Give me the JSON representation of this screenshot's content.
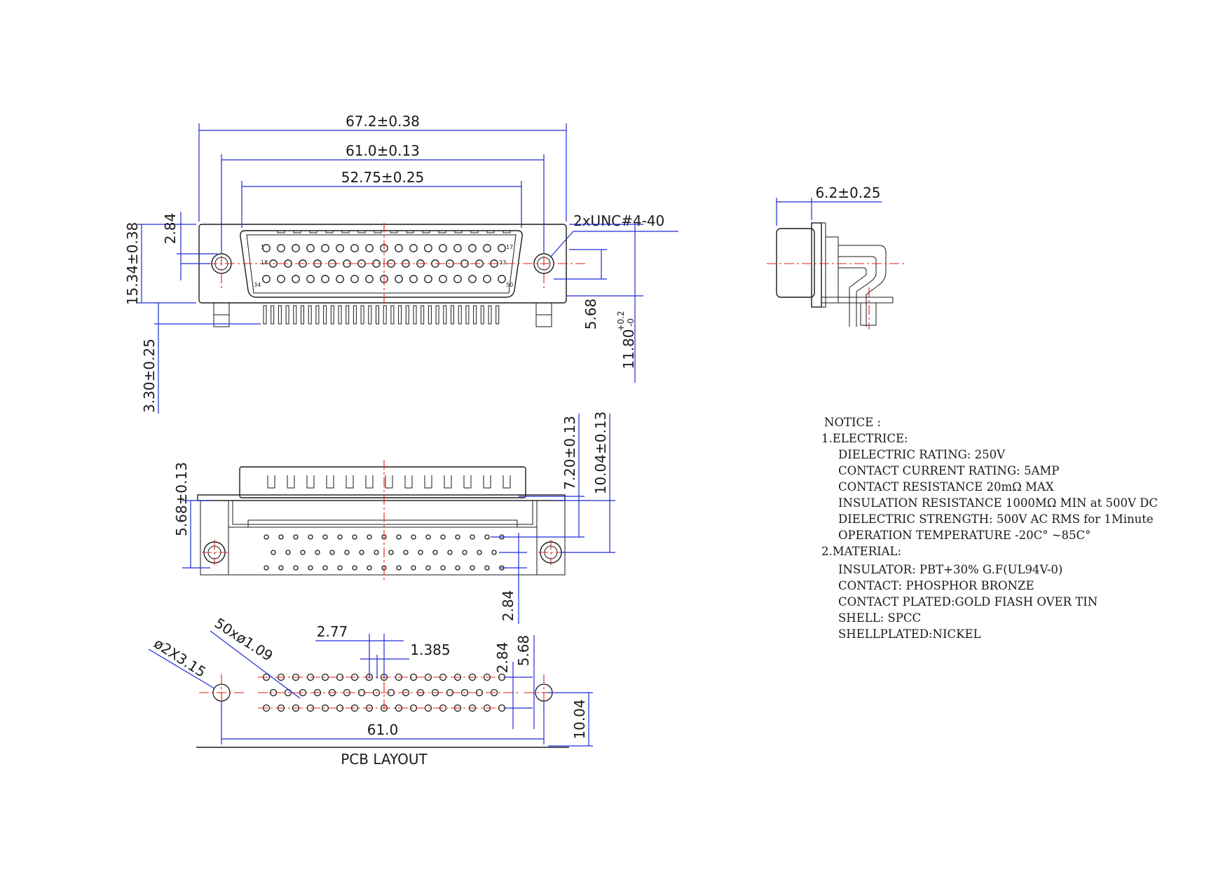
{
  "front_view": {
    "overall_width": "67.2±0.38",
    "mount_spacing": "61.0±0.13",
    "shell_width": "52.75±0.25",
    "thread": "2xUNC#4-40",
    "height": "15.34±0.38",
    "offset": "2.84",
    "pin_offset": "5.68",
    "total_height": "11.80",
    "tol_upper": "+0.2",
    "tol_lower": "-0",
    "tail_length": "3.30±0.25",
    "pin_labels": [
      "1",
      "17",
      "18",
      "33",
      "34",
      "50"
    ]
  },
  "side_view": {
    "depth": "6.2±0.25"
  },
  "bottom_view": {
    "height_a": "5.68±0.13",
    "height_b": "7.20±0.13",
    "height_c": "10.04±0.13",
    "row_pitch": "2.84"
  },
  "pcb_layout": {
    "title": "PCB LAYOUT",
    "mount_holes": "ø2X3.15",
    "pin_holes": "50xø1.09",
    "pitch": "2.77",
    "half_pitch": "1.385",
    "row_a": "2.84",
    "row_b": "5.68",
    "spacing": "61.0",
    "depth": "10.04"
  },
  "notice": {
    "heading": "NOTICE :",
    "electric_heading": "1.ELECTRICE:",
    "electric_items": [
      "DIELECTRIC RATING: 250V",
      "CONTACT CURRENT RATING: 5AMP",
      "CONTACT RESISTANCE  20mΩ MAX",
      "INSULATION RESISTANCE  1000MΩ MIN at 500V DC",
      "DIELECTRIC STRENGTH: 500V AC RMS for 1Minute",
      "OPERATION TEMPERATURE  -20C° ~85C°"
    ],
    "material_heading": "2.MATERIAL:",
    "material_items": [
      "INSULATOR: PBT+30% G.F(UL94V-0)",
      "CONTACT: PHOSPHOR BRONZE",
      "CONTACT PLATED:GOLD FIASH OVER TIN",
      "SHELL: SPCC",
      "SHELLPLATED:NICKEL"
    ]
  },
  "colors": {
    "dimension": "#1f2bd6",
    "centerline": "#e0201a",
    "outline": "#1a1a1a"
  }
}
